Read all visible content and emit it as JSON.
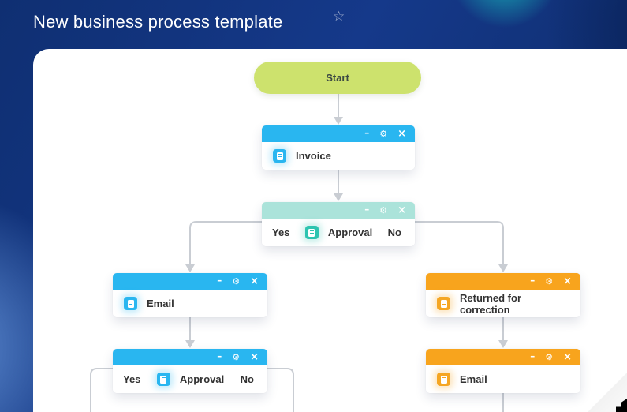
{
  "header": {
    "title": "New business process template",
    "star_icon": "☆"
  },
  "colors": {
    "header_background": "#15398a",
    "header_accent_teal": "#18bebe",
    "canvas_background": "#ffffff",
    "start_green": "#cde26d",
    "titlebar_blue": "#29b6f0",
    "titlebar_teal": "#abe3da",
    "titlebar_orange": "#f8a41d",
    "icon_blue": "#29b6f0",
    "icon_teal": "#2ec4b0",
    "icon_orange": "#f5a623",
    "connector_gray": "#c9cdd3",
    "label_text": "#323232"
  },
  "window_controls": {
    "minimize": "–",
    "settings": "⚙",
    "close": "×"
  },
  "flowchart": {
    "start": {
      "label": "Start"
    },
    "nodes": [
      {
        "id": "invoice",
        "label": "Invoice",
        "theme": "blue",
        "type": "simple"
      },
      {
        "id": "approval-1",
        "label": "Approval",
        "theme": "teal",
        "type": "decision",
        "yes": "Yes",
        "no": "No"
      },
      {
        "id": "email-1",
        "label": "Email",
        "theme": "blue",
        "type": "simple"
      },
      {
        "id": "returned",
        "label": "Returned for correction",
        "theme": "orange",
        "type": "simple"
      },
      {
        "id": "approval-2",
        "label": "Approval",
        "theme": "blue",
        "type": "decision",
        "yes": "Yes",
        "no": "No"
      },
      {
        "id": "email-2",
        "label": "Email",
        "theme": "orange",
        "type": "simple"
      }
    ],
    "icon_name": "document-icon"
  }
}
